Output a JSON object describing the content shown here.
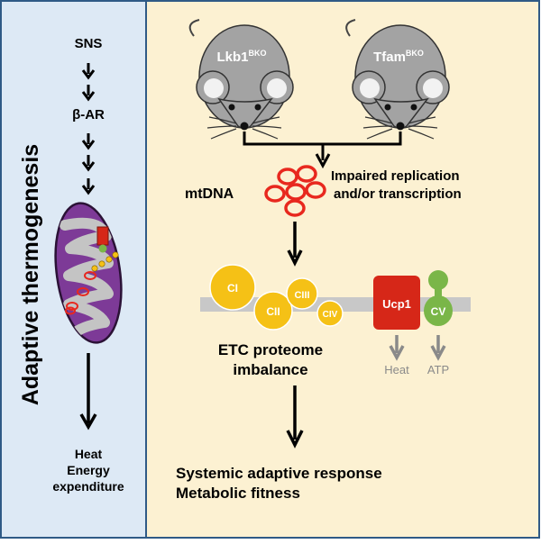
{
  "left_panel": {
    "vertical_title": "Adaptive thermogenesis",
    "pathway": [
      "SNS",
      "β-AR"
    ],
    "outcome_lines": [
      "Heat",
      "Energy",
      "expenditure"
    ]
  },
  "mice": {
    "left_label": "Lkb1",
    "left_superscript": "BKO",
    "right_label": "Tfam",
    "right_superscript": "BKO"
  },
  "mtdna": {
    "label": "mtDNA",
    "effect_lines": [
      "Impaired replication",
      "and/or transcription"
    ]
  },
  "etc": {
    "complexes": [
      "CI",
      "CII",
      "CIII",
      "CIV"
    ],
    "ucp1": "Ucp1",
    "cv": "CV",
    "heat": "Heat",
    "atp": "ATP",
    "imbalance_lines": [
      "ETC proteome",
      "imbalance"
    ]
  },
  "outcome": {
    "lines": [
      "Systemic adaptive response",
      "Metabolic fitness"
    ]
  },
  "colors": {
    "left_panel_bg": "#dde9f5",
    "right_panel_bg": "#fcf1d2",
    "border": "#2f5a86",
    "mitochondria": "#7d3a97",
    "complex_yellow": "#f5c116",
    "ucp1_red": "#d62718",
    "cv_green": "#7ab648",
    "mtdna_red": "#e8281e",
    "mouse_gray": "#a3a3a3"
  }
}
